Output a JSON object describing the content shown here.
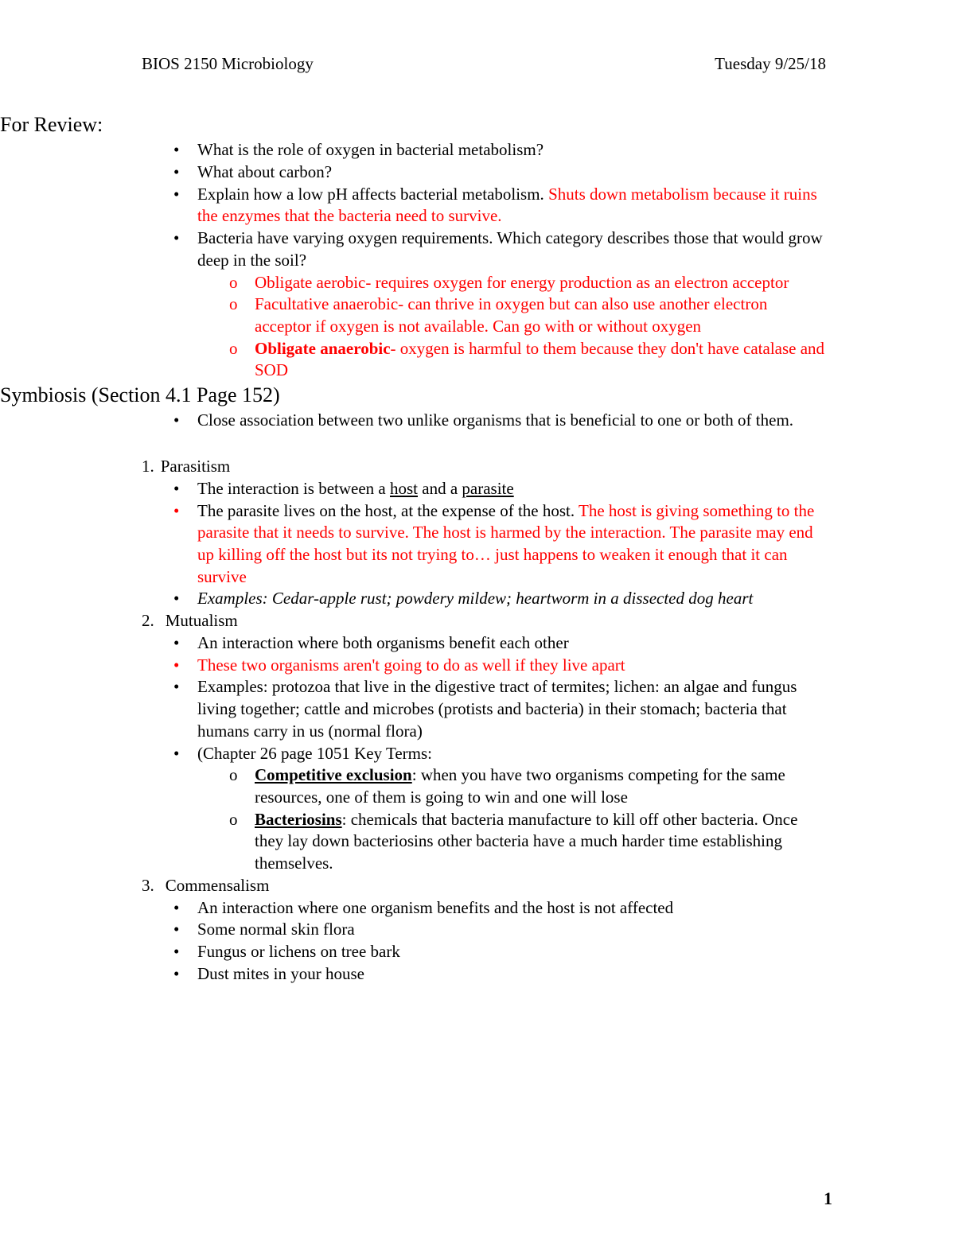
{
  "header": {
    "course": "BIOS 2150 Microbiology",
    "date": "Tuesday 9/25/18"
  },
  "sections": [
    {
      "title": "For Review:",
      "items": [
        {
          "text": "What is the role of oxygen in bacterial metabolism?"
        },
        {
          "text": "What about carbon?"
        },
        {
          "text_black": "Explain how a low pH affects bacterial metabolism. ",
          "text_red": "Shuts down metabolism because it ruins the enzymes that the bacteria need to survive."
        },
        {
          "text": "Bacteria have varying oxygen requirements.  Which category describes those that would grow deep in the soil?",
          "subitems": [
            {
              "text": "Obligate aerobic- requires oxygen for energy production as an electron acceptor"
            },
            {
              "text": "Facultative anaerobic- can thrive in oxygen but can also use another electron acceptor if oxygen is not available.  Can go with or without oxygen"
            },
            {
              "bold_lead": "Obligate anaerobic",
              "text": "- oxygen is harmful to them because they don't have catalase and SOD"
            }
          ]
        }
      ]
    }
  ],
  "symbiosis": {
    "title": "Symbiosis (Section 4.1 Page 152)",
    "lead_bullet": "Close association between two unlike organisms that is beneficial to one or both of them.",
    "numbered": [
      {
        "number": "1.",
        "label": "Parasitism",
        "bullets": [
          {
            "pre": "The interaction is between a ",
            "u1": "host",
            "mid": " and a ",
            "u2": "parasite"
          },
          {
            "black": "The parasite lives on the host, at the expense of the host.  ",
            "red": "The host is giving something to the parasite that it needs to survive.  The host is harmed by the interaction.  The parasite may end up killing off the host but its not trying to… just happens to weaken it enough that it can survive"
          },
          {
            "italic": "Examples: Cedar-apple rust; powdery mildew; heartworm in a dissected dog heart"
          }
        ]
      },
      {
        "number": "2.",
        "label": "Mutualism",
        "bullets": [
          {
            "black": "An interaction where both organisms benefit each other"
          },
          {
            "red_only": "These two organisms aren't going to do as well if they live apart"
          },
          {
            "black": "Examples:  protozoa that live in the digestive tract of termites; lichen: an algae and fungus living together; cattle and microbes (protists and bacteria) in their stomach; bacteria that humans carry in us (normal flora)"
          },
          {
            "black": "(Chapter 26 page 1051 Key Terms:",
            "subitems": [
              {
                "term": "Competitive exclusion",
                "rest": ": when you have two organisms competing for the same resources, one of them is going to win and one will lose"
              },
              {
                "term": "Bacteriosins",
                "rest": ": chemicals that bacteria manufacture to kill off other bacteria. Once they lay down bacteriosins other bacteria have a much harder time establishing themselves."
              }
            ]
          }
        ]
      },
      {
        "number": "3.",
        "label": "Commensalism",
        "bullets": [
          {
            "black": "An interaction where one organism benefits and the host is not affected"
          },
          {
            "black": "Some normal skin flora"
          },
          {
            "black": "Fungus or lichens on tree bark"
          },
          {
            "black": "Dust mites in your house"
          }
        ]
      }
    ]
  },
  "footer": {
    "page_number": "1"
  },
  "colors": {
    "annotation_red": "#FF0000",
    "text_black": "#000000"
  }
}
